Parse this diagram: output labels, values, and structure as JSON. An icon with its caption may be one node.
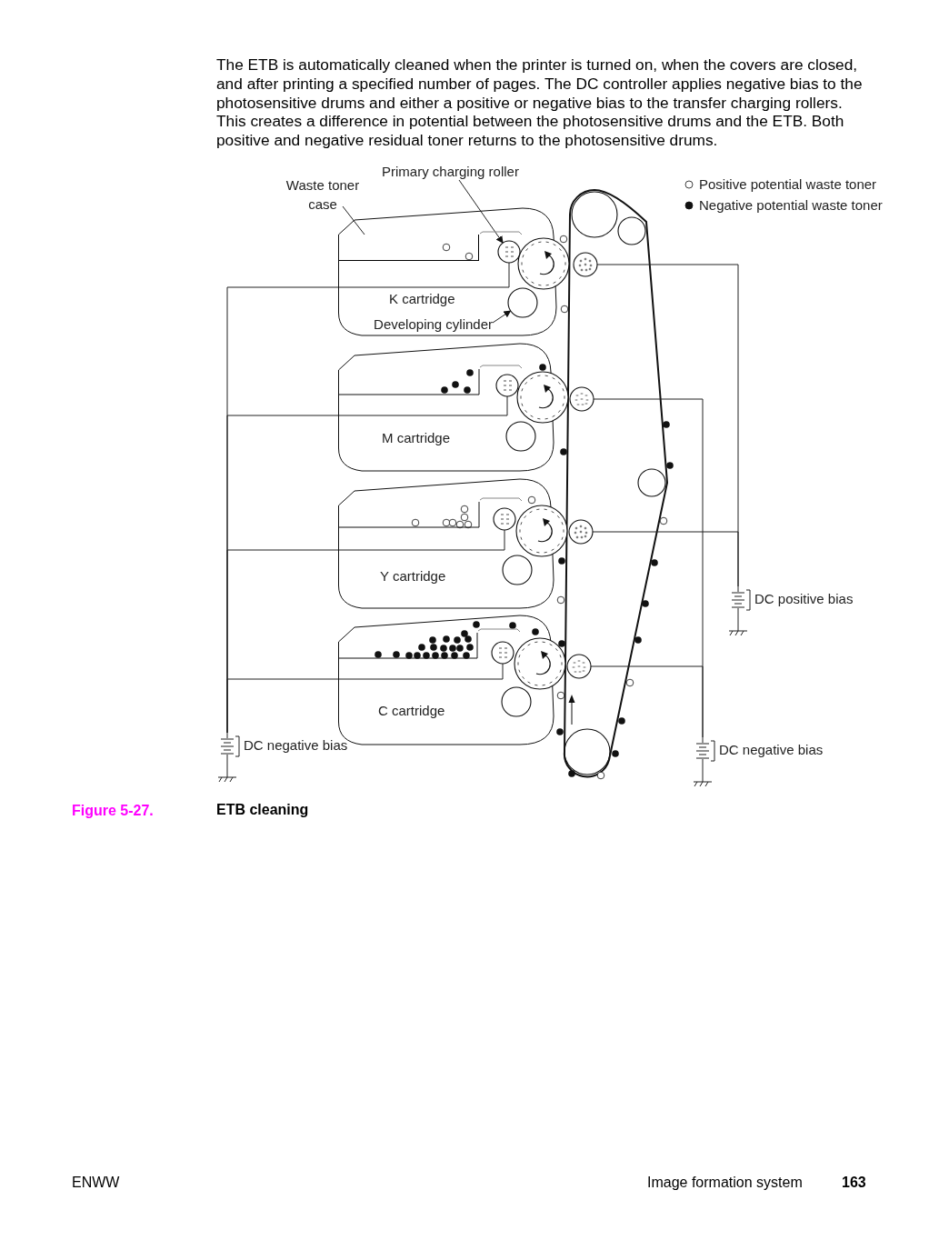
{
  "diagram": {
    "nodes": [
      {
        "text": [
          "Waste toner case"
        ]
      },
      {
        "text": [
          "Primary charging roller"
        ]
      },
      {
        "text": [
          "K cartridge"
        ]
      },
      {
        "text": [],
        "shape": "box",
        "in": 2
      },
      {
        "text": [],
        "shape": "circle",
        "in": 2
      },
      {
        "text": [],
        "shape": "circle"
      },
      {
        "text": [
          "Developing cylinder"
        ],
        "in": 2
      },
      {
        "text": [],
        "shape": "circle",
        "in": 2
      },
      {
        "text": [],
        "shape": "circle"
      },
      {
        "text": [
          "M cartridge"
        ]
      },
      {
        "text": [],
        "shape": "circle",
        "in": 9
      },
      {
        "text": [],
        "shape": "circle"
      },
      {
        "text": [],
        "shape": "circle",
        "in": 9
      },
      {
        "text": [],
        "shape": "circle"
      },
      {
        "text": [
          "Y cartridge"
        ]
      },
      {
        "text": [],
        "shape": "circle",
        "in": 14
      },
      {
        "text": [],
        "shape": "circle"
      },
      {
        "text": [],
        "shape": "circle",
        "in": 14
      },
      {
        "text": [],
        "shape": "circle"
      },
      {
        "text": [
          "C cartridge"
        ]
      },
      {
        "text": [],
        "shape": "circle",
        "in": 19
      },
      {
        "text": [],
        "shape": "circle"
      },
      {
        "text": [],
        "shape": "circle",
        "in": 19
      },
      {
        "text": [],
        "shape": "circle"
      },
      {
        "text": [
          "DC negative bias"
        ]
      },
      {
        "text": [
          "DC positive bias"
        ]
      },
      {
        "text": [
          "DC negative bias"
        ]
      }
    ],
    "edges": [
      {
        "from": 0,
        "to": 3,
        "arrow": "none"
      },
      {
        "from": 1,
        "to": 4,
        "arrow": "to"
      },
      {
        "from": 6,
        "to": 7,
        "arrow": "to"
      },
      {
        "from": 24,
        "to": 4,
        "arrow": "none"
      },
      {
        "from": 24,
        "to": 10,
        "arrow": "none"
      },
      {
        "from": 24,
        "to": 15,
        "arrow": "none"
      },
      {
        "from": 24,
        "to": 20,
        "arrow": "none"
      },
      {
        "from": 25,
        "to": 8,
        "arrow": "none"
      },
      {
        "from": 25,
        "to": 18,
        "arrow": "none"
      },
      {
        "from": 26,
        "to": 13,
        "arrow": "none"
      },
      {
        "from": 26,
        "to": 23,
        "arrow": "none"
      }
    ],
    "labels": [
      "The ETB is automatically cleaned when the printer is turned on, when the covers are closed, and after printing a specified number of pages. The DC controller applies negative bias to the photosensitive drums and either a positive or negative bias to the transfer charging rollers. This creates a difference in potential between the photosensitive drums and the ETB. Both positive and negative residual toner returns to the photosensitive drums.",
      "Figure 5-27.",
      "ETB cleaning",
      "ENWW",
      "Image formation system",
      "163"
    ],
    "legend": [
      {
        "text": "Positive potential waste toner"
      },
      {
        "text": "Negative potential waste toner"
      }
    ]
  }
}
